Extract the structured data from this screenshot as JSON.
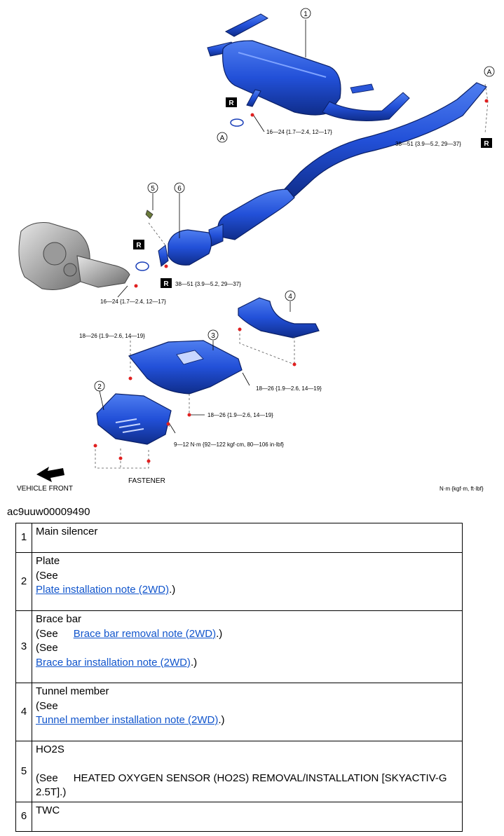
{
  "diagram": {
    "callouts": [
      "1",
      "2",
      "3",
      "4",
      "5",
      "6"
    ],
    "torques": {
      "silencer_flange": "16—24 {1.7—2.4, 12—17}",
      "rear_joint": "38—51 {3.9—5.2, 29—37}",
      "twc_joint": "38—51 {3.9—5.2, 29—37}",
      "manifold_flange": "16—24 {1.7—2.4, 12—17}",
      "brace_left": "18—26 {1.9—2.6, 14—19}",
      "tunnel": "18—26 {1.9—2.6, 14—19}",
      "brace_rear": "18—26 {1.9—2.6, 14—19}",
      "plate": "9—12 N·m {92—122 kgf·cm, 80—106 in·lbf}"
    },
    "marker_r": "R",
    "marker_a": "A",
    "fastener_label": "FASTENER",
    "vehicle_front_label": "VEHICLE FRONT",
    "units_label": "N·m {kgf·m, ft·lbf}"
  },
  "figure_code": "ac9uuw00009490",
  "rows": [
    {
      "num": "1",
      "name": "Main silencer"
    },
    {
      "num": "2",
      "name": "Plate",
      "see": "(See",
      "link": "Plate installation note (2WD)",
      "tail": ".)"
    },
    {
      "num": "3",
      "name": "Brace bar",
      "see1": "(See",
      "link1": "Brace bar removal note (2WD)",
      "tail1": ".)",
      "see2": "(See",
      "link2": "Brace bar installation note (2WD)",
      "tail2": ".)"
    },
    {
      "num": "4",
      "name": "Tunnel member",
      "see": "(See",
      "link": "Tunnel member installation note (2WD)",
      "tail": ".)"
    },
    {
      "num": "5",
      "name": "HO2S",
      "see": "(See",
      "ref": "HEATED OXYGEN SENSOR (HO2S) REMOVAL/INSTALLATION [SKYACTIV-G 2.5T].)"
    },
    {
      "num": "6",
      "name": "TWC"
    }
  ]
}
